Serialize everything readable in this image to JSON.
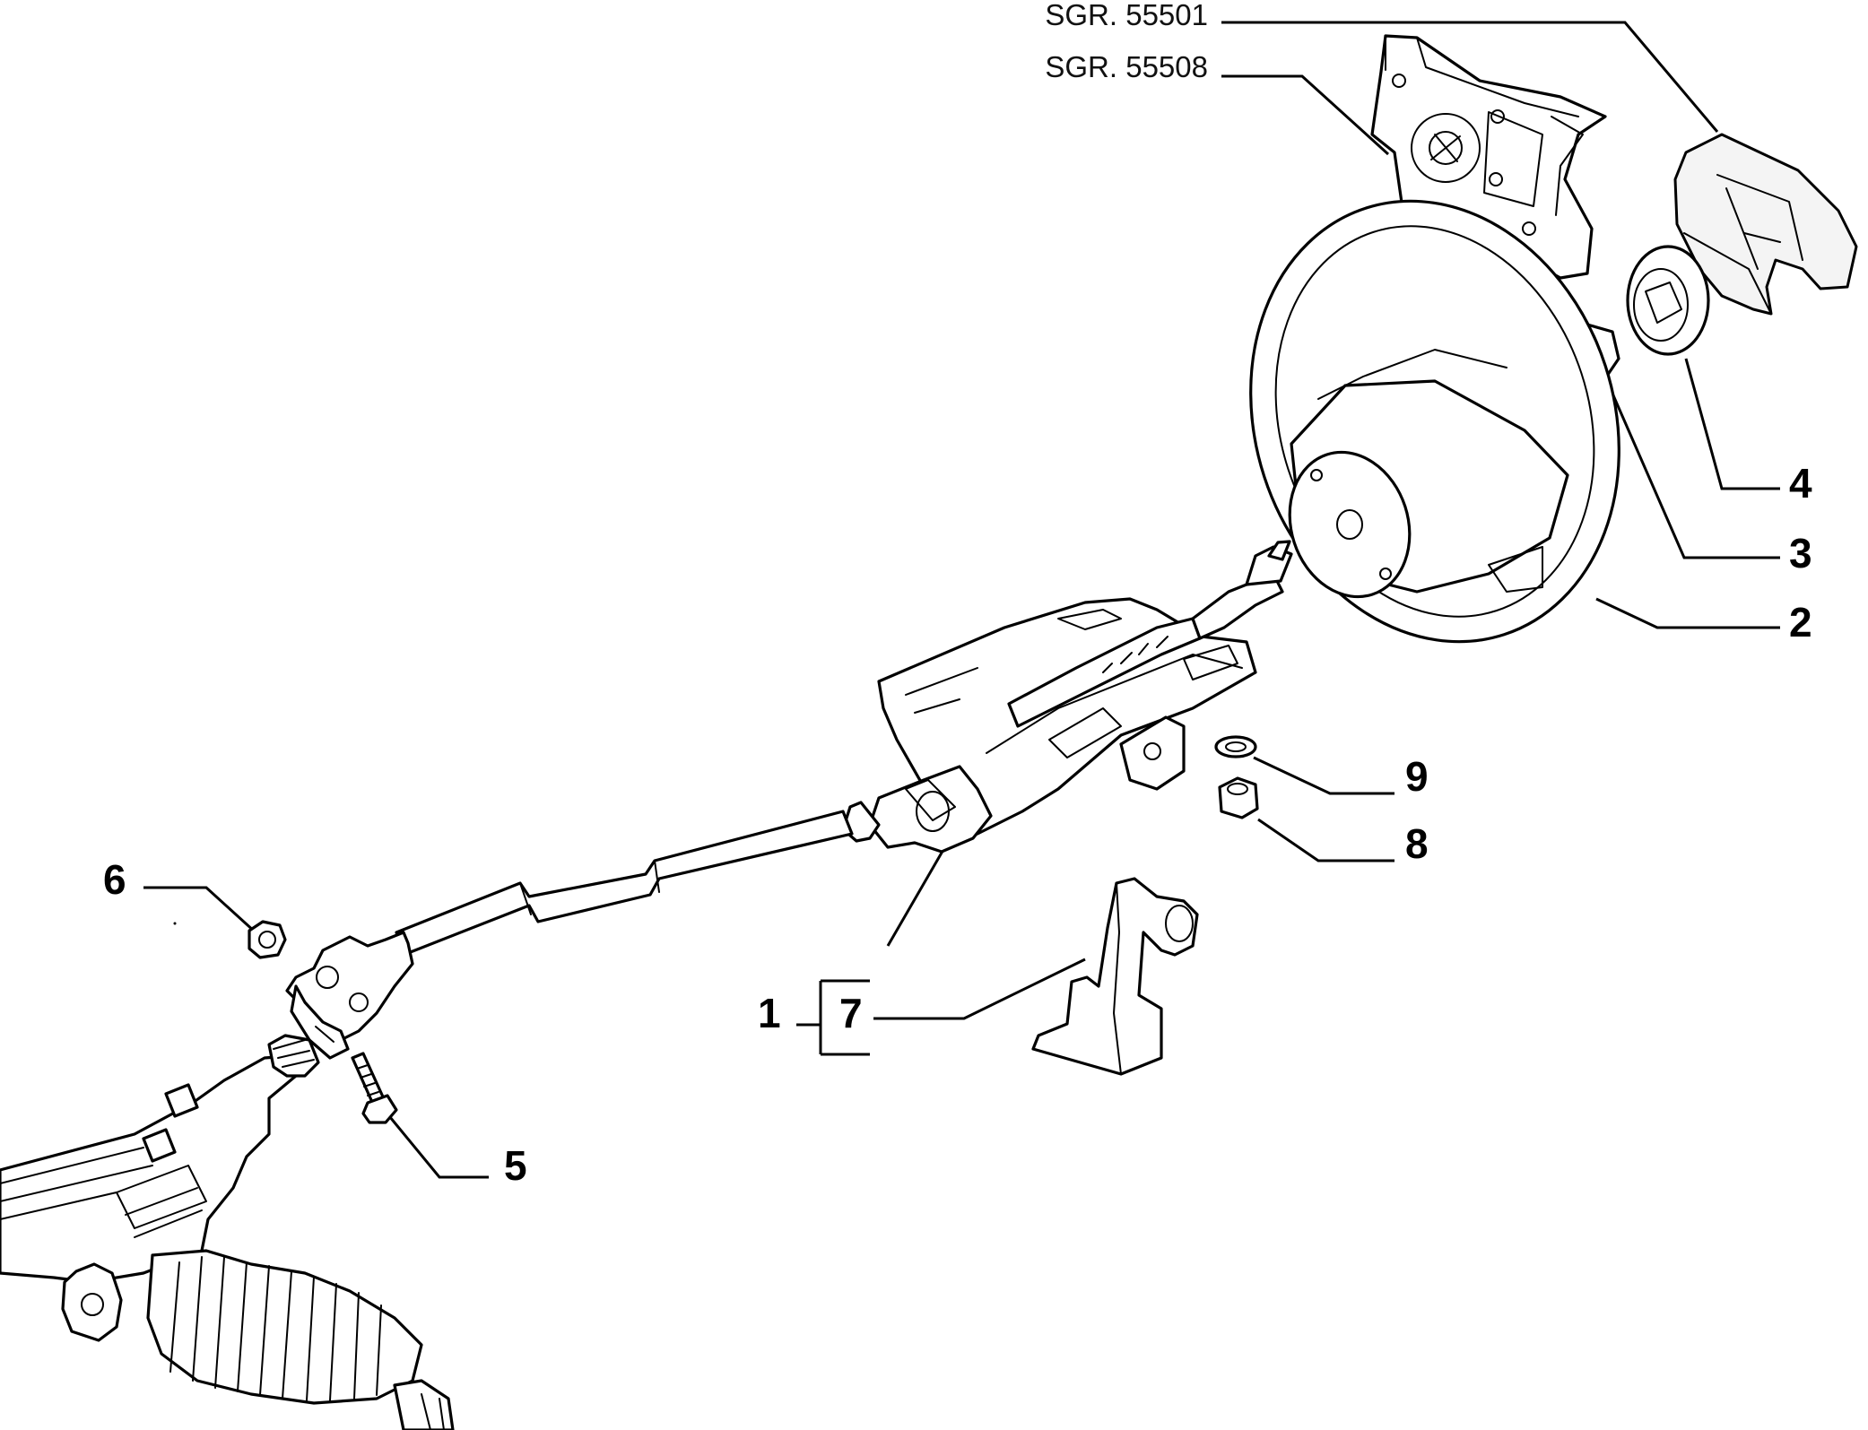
{
  "references": {
    "sgr_1": "SGR. 55501",
    "sgr_2": "SGR. 55508"
  },
  "callouts": {
    "c1": "1",
    "c2": "2",
    "c3": "3",
    "c4": "4",
    "c5": "5",
    "c6": "6",
    "c7": "7",
    "c8": "8",
    "c9": "9"
  }
}
